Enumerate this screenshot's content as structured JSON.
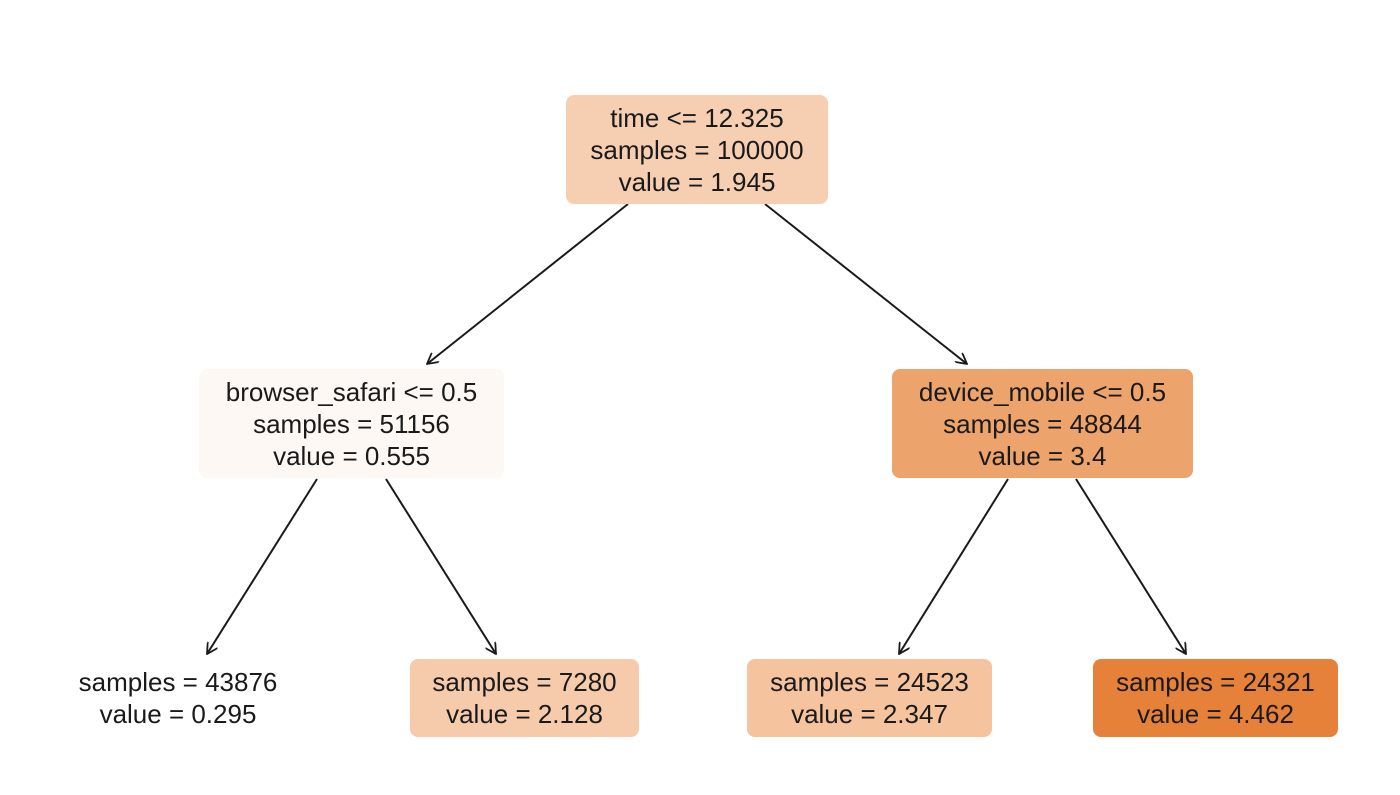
{
  "nodes": [
    {
      "id": "root",
      "lines": [
        "time <= 12.325",
        "samples = 100000",
        "value = 1.945"
      ],
      "fill": "#f6cfb2"
    },
    {
      "id": "left",
      "lines": [
        "browser_safari <= 0.5",
        "samples = 51156",
        "value = 0.555"
      ],
      "fill": "#fdf8f3"
    },
    {
      "id": "right",
      "lines": [
        "device_mobile <= 0.5",
        "samples = 48844",
        "value = 3.4"
      ],
      "fill": "#eca36c"
    },
    {
      "id": "ll",
      "lines": [
        "samples = 43876",
        "value = 0.295"
      ],
      "fill": "#ffffff"
    },
    {
      "id": "lr",
      "lines": [
        "samples = 7280",
        "value = 2.128"
      ],
      "fill": "#f6cbab"
    },
    {
      "id": "rl",
      "lines": [
        "samples = 24523",
        "value = 2.347"
      ],
      "fill": "#f5c39e"
    },
    {
      "id": "rr",
      "lines": [
        "samples = 24321",
        "value = 4.462"
      ],
      "fill": "#e58139"
    }
  ],
  "edges": [
    {
      "from": "root",
      "to": "left"
    },
    {
      "from": "root",
      "to": "right"
    },
    {
      "from": "left",
      "to": "ll"
    },
    {
      "from": "left",
      "to": "lr"
    },
    {
      "from": "right",
      "to": "rl"
    },
    {
      "from": "right",
      "to": "rr"
    }
  ],
  "colors": {
    "edge": "#1a1a1a",
    "text": "#1a1a1a"
  }
}
